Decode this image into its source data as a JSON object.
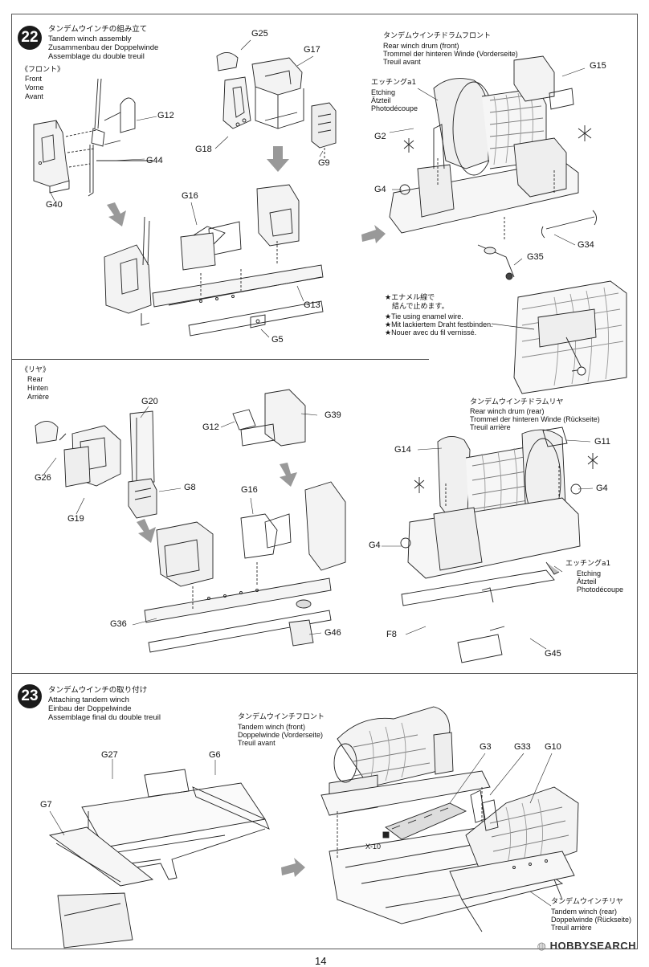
{
  "step22": {
    "number": "22",
    "title_jp": "タンデムウインチの組み立て",
    "title_en": "Tandem winch assembly",
    "title_de": "Zusammenbau der Doppelwinde",
    "title_fr": "Assemblage du double treuil",
    "front": {
      "jp": "《フロント》",
      "en": "Front",
      "de": "Vorne",
      "fr": "Avant"
    },
    "rear": {
      "jp": "《リヤ》",
      "en": "Rear",
      "de": "Hinten",
      "fr": "Arrière"
    },
    "drum_front": {
      "jp": "タンデムウインチドラムフロント",
      "en": "Rear winch drum (front)",
      "de": "Trommel der hinteren Winde (Vorderseite)",
      "fr": "Treuil avant"
    },
    "drum_rear": {
      "jp": "タンデムウインチドラムリヤ",
      "en": "Rear winch drum (rear)",
      "de": "Trommel der hinteren Winde (Rückseite)",
      "fr": "Treuil arrière"
    },
    "etching1": {
      "jp": "エッチングa1",
      "en": "Etching",
      "de": "Ätzteil",
      "fr": "Photodécoupe"
    },
    "etching2": {
      "jp": "エッチングa1",
      "en": "Etching",
      "de": "Ätzteil",
      "fr": "Photodécoupe"
    },
    "enamel_note": {
      "jp1": "★エナメル線で",
      "jp2": "結んで止めます。",
      "en": "★Tie using enamel wire.",
      "de": "★Mit lackiertem Draht festbinden.",
      "fr": "★Nouer avec du fil vernissé."
    },
    "parts": [
      "G25",
      "G17",
      "G12",
      "G44",
      "G18",
      "G9",
      "G40",
      "G16",
      "G13",
      "G5",
      "G15",
      "G2",
      "G4",
      "G34",
      "G35",
      "G20",
      "G39",
      "G12",
      "G26",
      "G8",
      "G19",
      "G16",
      "G36",
      "G46",
      "G14",
      "G11",
      "G4",
      "G4",
      "F8",
      "G45"
    ]
  },
  "step23": {
    "number": "23",
    "title_jp": "タンデムウインチの取り付け",
    "title_en": "Attaching tandem winch",
    "title_de": "Einbau der Doppelwinde",
    "title_fr": "Assemblage final du double treuil",
    "winch_front": {
      "jp": "タンデムウインチフロント",
      "en": "Tandem winch (front)",
      "de": "Doppelwinde (Vorderseite)",
      "fr": "Treuil avant"
    },
    "winch_rear": {
      "jp": "タンデムウインチリヤ",
      "en": "Tandem winch (rear)",
      "de": "Doppelwinde (Rückseite)",
      "fr": "Treuil arrière"
    },
    "parts": [
      "G27",
      "G6",
      "G7",
      "G3",
      "G33",
      "G10",
      "X-10"
    ]
  },
  "footer": {
    "page": "14",
    "watermark_brand": "HOBBY",
    "watermark_text": "SEARCH"
  }
}
